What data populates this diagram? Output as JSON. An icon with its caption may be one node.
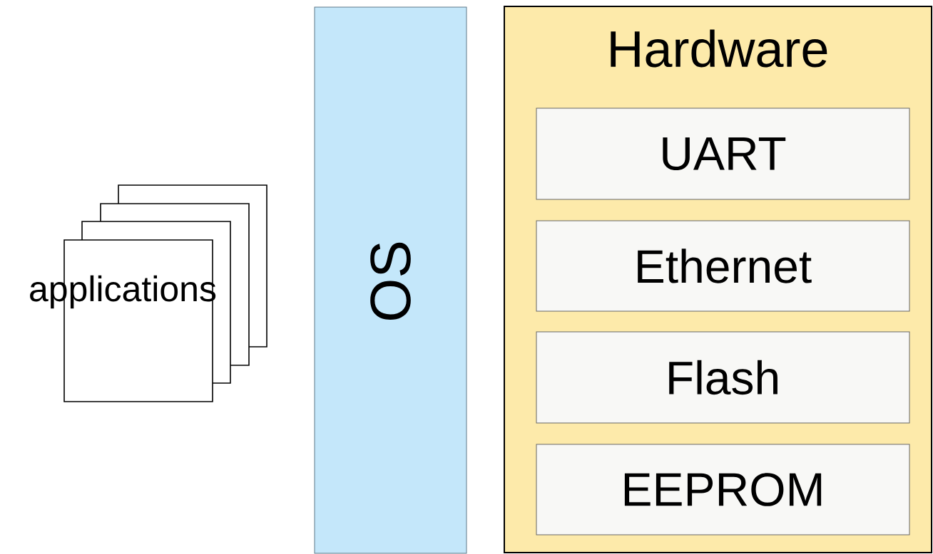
{
  "diagram": {
    "nodes": [
      {
        "text": [
          "applications"
        ]
      },
      {
        "text": [
          "OS"
        ]
      },
      {
        "text": [
          "Hardware"
        ]
      },
      {
        "text": [
          "UART"
        ],
        "in": 2
      },
      {
        "text": [
          "Ethernet"
        ],
        "in": 2
      },
      {
        "text": [
          "Flash"
        ],
        "in": 2
      },
      {
        "text": [
          "EEPROM"
        ],
        "in": 2
      }
    ]
  }
}
